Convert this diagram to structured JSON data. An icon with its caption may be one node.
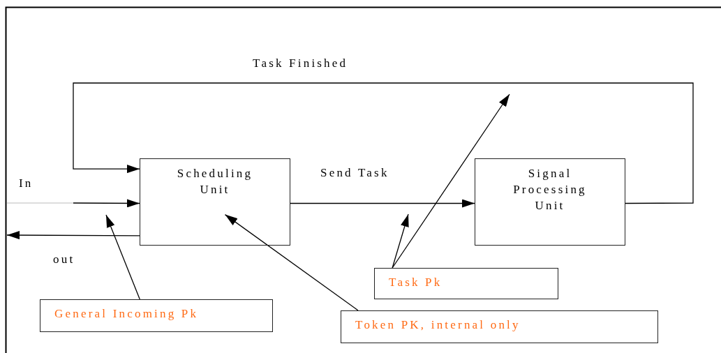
{
  "diagram": {
    "nodes": [
      {
        "text": [
          "Scheduling Unit"
        ]
      },
      {
        "text": [
          "Signal Processing Unit"
        ]
      },
      {
        "text": [
          "General Incoming Pk"
        ]
      },
      {
        "text": [
          "Task Pk"
        ]
      },
      {
        "text": [
          "Token PK, internal only"
        ]
      }
    ],
    "edges": [
      {
        "from": 0,
        "to": 1,
        "arrow": "to",
        "label": "Send Task"
      },
      {
        "from": 1,
        "to": 0,
        "arrow": "to",
        "label": "Task Finished"
      },
      {
        "from": null,
        "to": 0,
        "arrow": "to",
        "label": "In"
      },
      {
        "from": 0,
        "to": null,
        "arrow": "to",
        "label": "out"
      },
      {
        "from": 2,
        "to": null,
        "arrow": "to"
      },
      {
        "from": 4,
        "to": 0,
        "arrow": "to"
      },
      {
        "from": 3,
        "to": null,
        "arrow": "to"
      },
      {
        "from": 3,
        "to": null,
        "arrow": "to"
      }
    ]
  }
}
